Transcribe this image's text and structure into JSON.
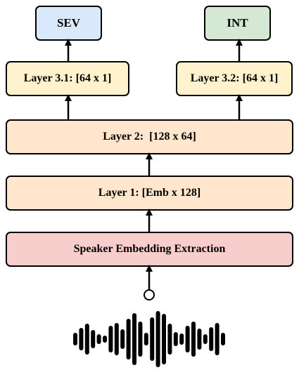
{
  "outputs": {
    "sev": {
      "label": "SEV",
      "color": "#dae8fc"
    },
    "int": {
      "label": "INT",
      "color": "#d5e8d4"
    }
  },
  "heads": {
    "layer_3_1": {
      "label": "Layer 3.1: [64 x 1]",
      "color": "#fff2cc"
    },
    "layer_3_2": {
      "label": "Layer 3.2: [64 x 1]",
      "color": "#fff2cc"
    }
  },
  "layer_2": {
    "label": "Layer 2:  [128 x 64]",
    "color": "#ffe6cc"
  },
  "layer_1": {
    "label": "Layer 1: [Emb x 128]",
    "color": "#ffe6cc"
  },
  "extractor": {
    "label": "Speaker Embedding Extraction",
    "color": "#f8cecc"
  },
  "input": {
    "icon": "audio-waveform-icon"
  }
}
